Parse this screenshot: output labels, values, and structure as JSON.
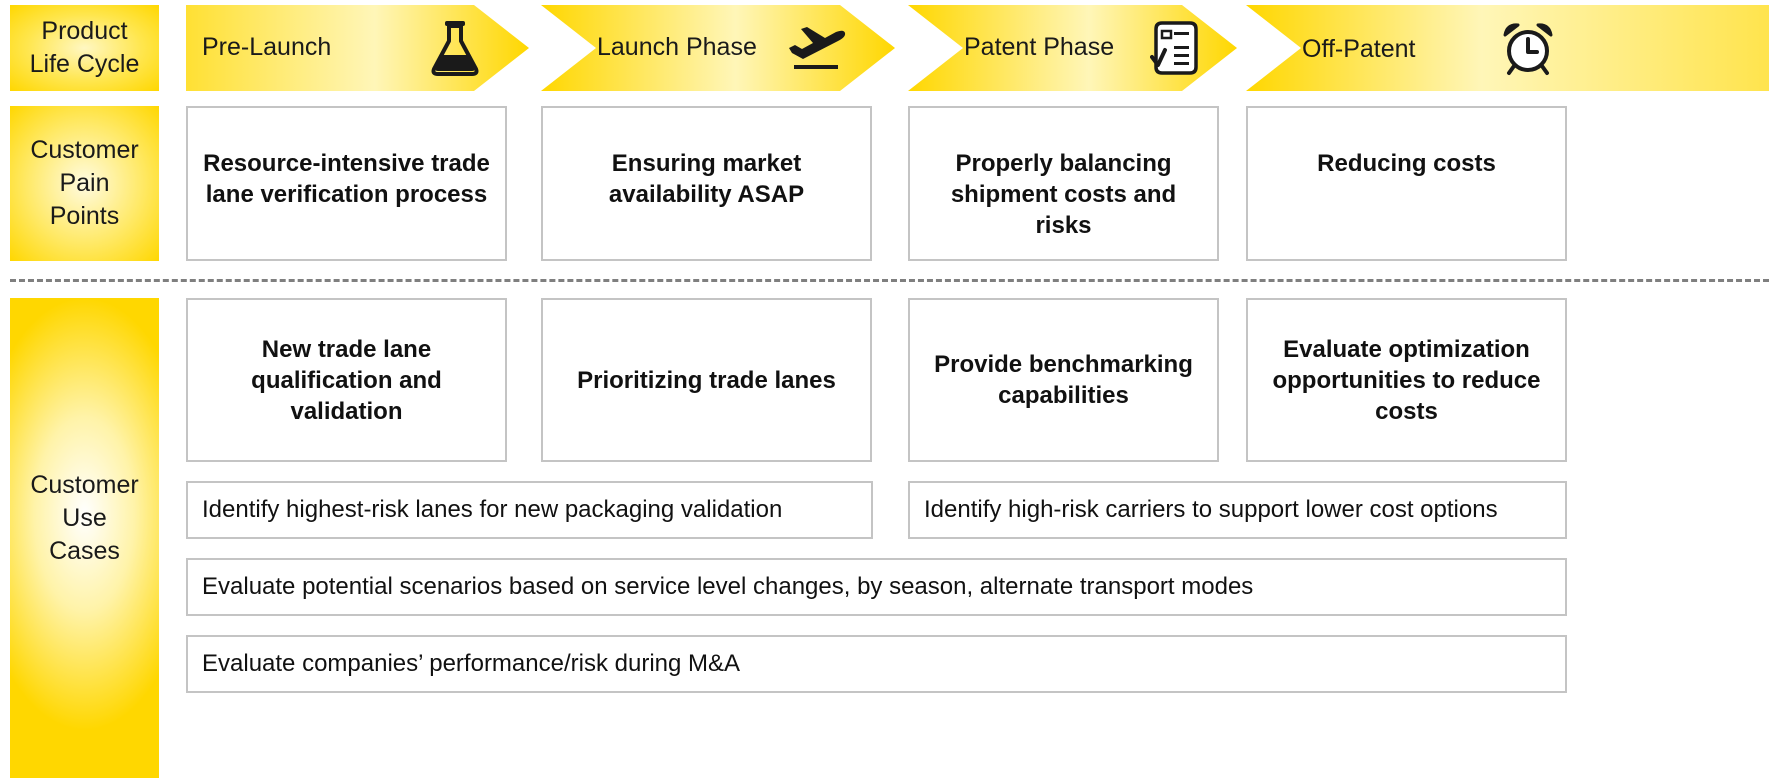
{
  "row_labels": {
    "product_life_cycle": [
      "Product",
      "Life Cycle"
    ],
    "pain_points": [
      "Customer",
      "Pain",
      "Points"
    ],
    "use_cases": [
      "Customer",
      "Use",
      "Cases"
    ]
  },
  "phases": [
    {
      "label": "Pre-Launch",
      "icon": "flask-icon"
    },
    {
      "label": "Launch Phase",
      "icon": "airplane-takeoff-icon"
    },
    {
      "label": "Patent Phase",
      "icon": "document-checklist-icon"
    },
    {
      "label": "Off-Patent",
      "icon": "alarm-clock-icon"
    }
  ],
  "pain_points": [
    "Resource-intensive trade lane verification process",
    "Ensuring market availability ASAP",
    "Properly balancing shipment costs and risks",
    "Reducing costs"
  ],
  "use_cases": [
    "New trade lane qualification and validation",
    "Prioritizing trade lanes",
    "Provide benchmarking capabilities",
    "Evaluate optimization opportunities to reduce costs"
  ],
  "cross_phase_use_cases": [
    "Identify highest-risk lanes for new packaging validation",
    "Identify high-risk carriers to support lower cost options",
    "Evaluate potential scenarios based on service level changes, by season, alternate transport modes",
    "Evaluate companies’ performance/risk during M&A"
  ],
  "colors": {
    "accent_yellow": "#ffd700",
    "box_border": "#c4c4c4",
    "divider": "#7f7f7f"
  }
}
